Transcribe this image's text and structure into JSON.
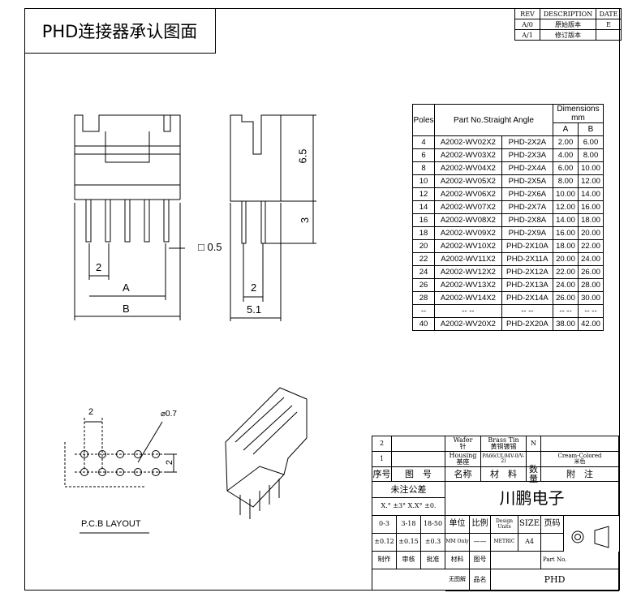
{
  "title": "PHD连接器承认图面",
  "revision_table": {
    "header": [
      "REV",
      "DESCRIPTION",
      "DATE"
    ],
    "rows": [
      [
        "A/0",
        "原始版本",
        "E"
      ],
      [
        "A/1",
        "修订版本",
        ""
      ]
    ]
  },
  "dims_table": {
    "header_poles": "Poles",
    "header_part": "Part No.Straight Angle",
    "header_dims": "Dimensions mm",
    "header_a": "A",
    "header_b": "B",
    "rows": [
      [
        "4",
        "A2002-WV02X2",
        "PHD-2X2A",
        "2.00",
        "6.00"
      ],
      [
        "6",
        "A2002-WV03X2",
        "PHD-2X3A",
        "4.00",
        "8.00"
      ],
      [
        "8",
        "A2002-WV04X2",
        "PHD-2X4A",
        "6.00",
        "10.00"
      ],
      [
        "10",
        "A2002-WV05X2",
        "PHD-2X5A",
        "8.00",
        "12.00"
      ],
      [
        "12",
        "A2002-WV06X2",
        "PHD-2X6A",
        "10.00",
        "14.00"
      ],
      [
        "14",
        "A2002-WV07X2",
        "PHD-2X7A",
        "12.00",
        "16.00"
      ],
      [
        "16",
        "A2002-WV08X2",
        "PHD-2X8A",
        "14.00",
        "18.00"
      ],
      [
        "18",
        "A2002-WV09X2",
        "PHD-2X9A",
        "16.00",
        "20.00"
      ],
      [
        "20",
        "A2002-WV10X2",
        "PHD-2X10A",
        "18.00",
        "22.00"
      ],
      [
        "22",
        "A2002-WV11X2",
        "PHD-2X11A",
        "20.00",
        "24.00"
      ],
      [
        "24",
        "A2002-WV12X2",
        "PHD-2X12A",
        "22.00",
        "26.00"
      ],
      [
        "26",
        "A2002-WV13X2",
        "PHD-2X13A",
        "24.00",
        "28.00"
      ],
      [
        "28",
        "A2002-WV14X2",
        "PHD-2X14A",
        "26.00",
        "30.00"
      ],
      [
        "--",
        "-- --",
        "-- --",
        "-- --",
        "-- --"
      ],
      [
        "40",
        "A2002-WV20X2",
        "PHD-2X20A",
        "38.00",
        "42.00"
      ]
    ]
  },
  "front_view": {
    "dim_pin": "□ 0.5",
    "dim_pitch": "2",
    "dim_a": "A",
    "dim_b": "B"
  },
  "side_view": {
    "dim_h1": "6.5",
    "dim_h2": "3",
    "dim_pitch": "2",
    "dim_w": "5.1"
  },
  "pcb_layout": {
    "title": "P.C.B LAYOUT",
    "dim_pitch_x": "2",
    "dim_pitch_y": "2",
    "dim_hole": "⌀0.7"
  },
  "title_block": {
    "r1_no": "2",
    "r1_name": "Wafer\n针",
    "r1_material": "Brass Tin\n黄铜镀锡",
    "r1_qty": "N",
    "r2_no": "1",
    "r2_name": "Housing\n基座",
    "r2_material": "PA66(UL94V-0/V-2)",
    "r2_remark": "Cream-Colored\n米色",
    "h_no": "序号",
    "h_drawing": "图　号",
    "h_name": "名称",
    "h_material": "材　料",
    "h_qty": "数量",
    "h_remark": "附　注",
    "tolerance_title": "未注公差",
    "tolerance_angle": "X.° ±3° X.X° ±0.",
    "company": "川鹏电子",
    "range1": "0-3",
    "range2": "3-18",
    "range3": "18-50",
    "tol1": "±0.12",
    "tol2": "±0.15",
    "tol3": "±0.3",
    "unit_label": "单位",
    "scale_label": "比例",
    "design_units": "Design\nUnits",
    "size_label": "SIZE",
    "page_label": "页码",
    "unit_value": "MM Only",
    "scale_value": "——",
    "metric": "METRIC",
    "size_value": "A4",
    "made_by": "制作",
    "checked_by": "审核",
    "approved_by": "批准",
    "material_label": "材料",
    "drawing_no": "图号",
    "part_no": "Part No.",
    "doc_label": "无图解",
    "product_name": "品名",
    "product_value": "PHD"
  }
}
